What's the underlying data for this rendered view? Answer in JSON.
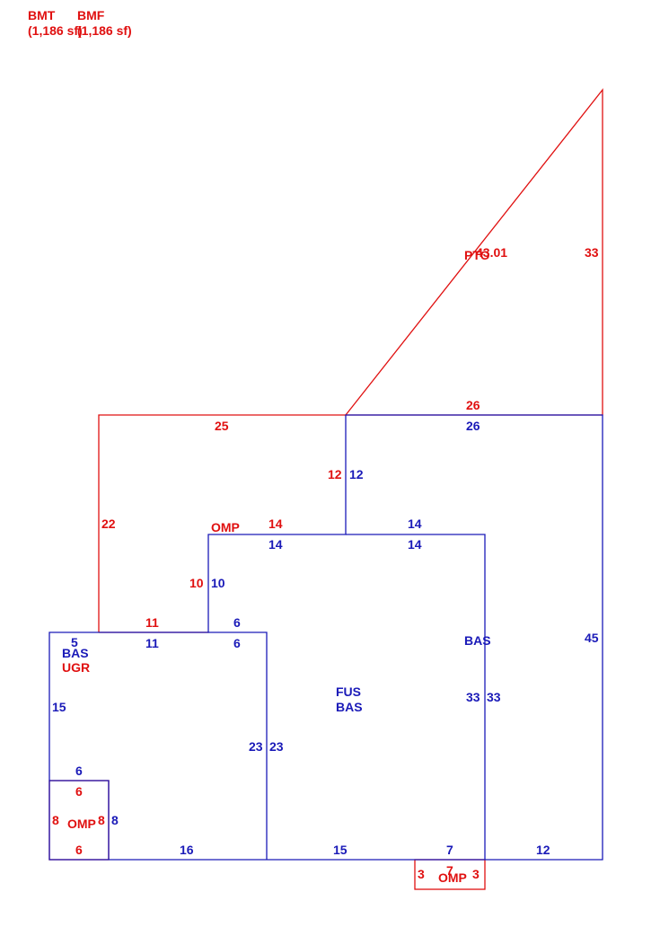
{
  "header": {
    "items": [
      {
        "code": "BMT",
        "area": "(1,186 sf)"
      },
      {
        "code": "BMF",
        "area": "(1,186 sf)"
      }
    ]
  },
  "colors": {
    "red": "#e01010",
    "blue": "#1a1ab8"
  },
  "areas": {
    "pto": "PTO",
    "omp_upper": "OMP",
    "bas_left": "BAS",
    "ugr": "UGR",
    "fus": "FUS",
    "bas_center": "BAS",
    "bas_right": "BAS",
    "omp_left": "OMP",
    "omp_bottom": "OMP"
  },
  "dimensions": {
    "pto_diag": "43.01",
    "pto_right": "33",
    "pto_bottom": "26",
    "top_right_top": "26",
    "red_top": "25",
    "red_mid_left": "12",
    "blue_mid_left": "12",
    "red_left": "22",
    "red_step_top": "14",
    "blue_step_top_left": "14",
    "blue_top_right_step": "14",
    "blue_step_top_right": "14",
    "red_inner_left": "10",
    "blue_inner_left": "10",
    "red_left_bottom": "11",
    "blue_left_top": "11",
    "blue_six_top_a": "6",
    "blue_six_top_b": "6",
    "blue_five": "5",
    "blue_right_side": "45",
    "blue_center_right_a": "33",
    "blue_center_right_b": "33",
    "blue_left_side": "15",
    "blue_center_a": "23",
    "blue_center_b": "23",
    "blue_small_top": "6",
    "red_small_top": "6",
    "red_small_left": "8",
    "red_small_right": "8",
    "blue_small_right": "8",
    "red_small_bottom": "6",
    "blue_bottom_a": "16",
    "blue_bottom_b": "15",
    "blue_bottom_c": "7",
    "blue_bottom_d": "12",
    "red_omp_left": "3",
    "red_omp_mid": "7",
    "red_omp_right": "3"
  }
}
